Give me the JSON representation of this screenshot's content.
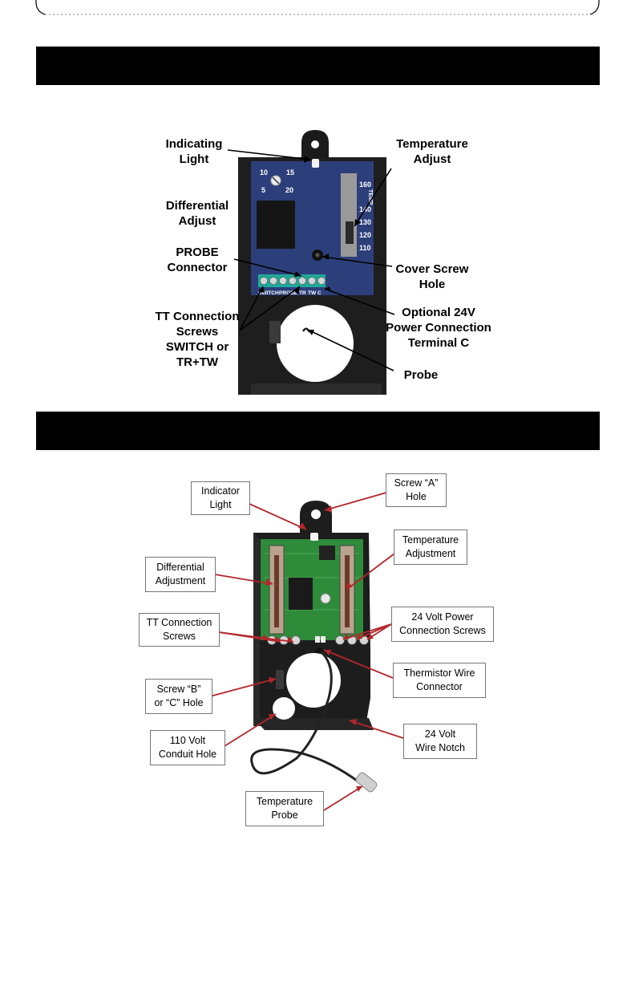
{
  "figure1": {
    "labels": {
      "indicating_light": "Indicating\nLight",
      "temperature_adjust": "Temperature\nAdjust",
      "differential_adjust": "Differential\nAdjust",
      "probe_connector": "PROBE\nConnector",
      "cover_screw_hole": "Cover Screw\nHole",
      "tt_connection": "TT Connection\nScrews\nSWITCH or\nTR+TW",
      "optional_24v": "Optional 24V\nPower Connection\nTerminal C",
      "probe": "Probe"
    },
    "differential_dial": [
      "10",
      "15",
      "5",
      "20"
    ],
    "temp_scale": [
      "160",
      "140",
      "130",
      "120",
      "110"
    ],
    "temp_word": "TEMP",
    "terminals": [
      "SWITCH",
      "PROBE",
      "TR",
      "TW",
      "C"
    ]
  },
  "figure2": {
    "labels": {
      "indicator_light": "Indicator\nLight",
      "screw_a_hole": "Screw “A”\nHole",
      "differential_adjustment": "Differential\nAdjustment",
      "temperature_adjustment": "Temperature\nAdjustment",
      "tt_connection_screws": "TT Connection\nScrews",
      "power_24v_screws": "24 Volt Power\nConnection Screws",
      "thermistor_wire": "Thermistor Wire\nConnector",
      "screw_bc_hole": "Screw “B”\nor “C” Hole",
      "conduit_110v": "110 Volt\nConduit Hole",
      "wire_notch_24v": "24 Volt\nWire Notch",
      "temperature_probe": "Temperature\nProbe"
    }
  },
  "colors": {
    "panel_blue": "#2c3f7a",
    "board_green": "#2e8b3a",
    "callout_red": "#b3262c"
  }
}
